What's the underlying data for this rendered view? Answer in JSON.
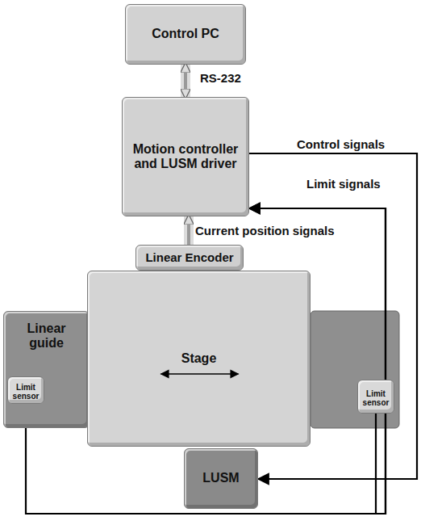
{
  "diagram": {
    "nodes": [
      {
        "text": [
          "Control PC"
        ]
      },
      {
        "text": [
          "Motion controller and LUSM driver"
        ]
      },
      {
        "text": [
          "Linear Encoder"
        ]
      },
      {
        "text": [
          "Linear guide"
        ]
      },
      {
        "text": [
          "Stage"
        ]
      },
      {
        "text": [
          "Limit sensor"
        ]
      },
      {
        "text": [
          "Limit sensor"
        ]
      },
      {
        "text": [
          "LUSM"
        ]
      }
    ],
    "edges": [
      {
        "from": 0,
        "to": 1,
        "label": "RS-232",
        "arrow": "both"
      },
      {
        "from": 2,
        "to": 1,
        "label": "Current position signals",
        "arrow": "to"
      },
      {
        "from": 5,
        "to": 1,
        "label": "Limit signals",
        "arrow": "to"
      },
      {
        "from": 6,
        "to": 1,
        "arrow": "to"
      },
      {
        "from": 1,
        "to": 7,
        "label": "Control signals",
        "arrow": "to"
      }
    ]
  }
}
